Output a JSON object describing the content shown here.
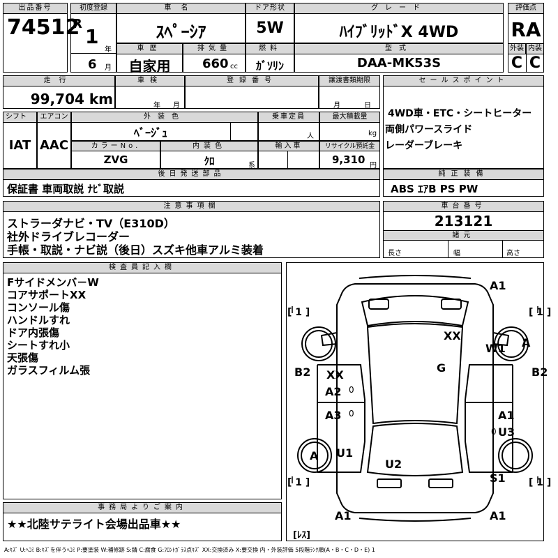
{
  "header": {
    "lot_label": "出品番号",
    "lot": "74512",
    "first_reg_label": "初度登録",
    "era": "R",
    "year": "1",
    "year_unit": "年",
    "month": "6",
    "month_unit": "月",
    "car_name_label": "車名",
    "car_name": "ｽﾍﾟｰｼｱ",
    "door_label": "ドア形状",
    "door": "5W",
    "grade_label": "グレード",
    "grade": "ﾊｲﾌﾞﾘｯﾄﾞX 4WD",
    "score_label": "評価点",
    "score": "RA",
    "history_label": "車歴",
    "history": "自家用",
    "displacement_label": "排気量",
    "displacement": "660",
    "displacement_unit": "cc",
    "fuel_label": "燃料",
    "fuel": "ｶﾞｿﾘﾝ",
    "model_label": "型式",
    "model": "DAA-MK53S",
    "exterior_label": "外装",
    "exterior": "C",
    "interior_label": "内装",
    "interior": "C"
  },
  "row2": {
    "mileage_label": "走行",
    "mileage": "99,704 km",
    "inspection_label": "車検",
    "insp_year_unit": "年",
    "insp_month_unit": "月",
    "reg_no_label": "登録番号",
    "transfer_label": "譲渡書類期限",
    "transfer_month_unit": "月",
    "transfer_day_unit": "日"
  },
  "row3": {
    "shift_label": "シフト",
    "shift": "IAT",
    "ac_label": "エアコン",
    "ac": "AAC",
    "ext_color_label": "外装色",
    "ext_color": "ﾍﾞｰｼﾞｭ",
    "capacity_label": "乗車定員",
    "capacity_unit": "人",
    "max_load_label": "最大積載量",
    "max_load_unit": "kg",
    "color_no_label": "カラーNo.",
    "color_no": "ZVG",
    "int_color_label": "内装色",
    "int_color": "ｸﾛ",
    "int_color_unit": "系",
    "import_label": "輸入車",
    "recycle_label": "リサイクル預託金",
    "recycle": "9,310",
    "recycle_unit": "円"
  },
  "sale_points": {
    "label": "セールスポイント",
    "lines": [
      "4WD車・ETC・シートヒーター",
      "両側パワースライド",
      "レーダーブレーキ"
    ]
  },
  "later_parts": {
    "label": "後日発送部品",
    "value": "保証書 車両取説 ﾅﾋﾞ取説"
  },
  "genuine": {
    "label": "純正装備",
    "value": "ABS ｴｱB PS PW"
  },
  "notes": {
    "label": "注意事項欄",
    "lines": [
      "ストラーダナビ・TV（E310D）",
      "社外ドライブレコーダー",
      "手帳・取説・ナビ説（後日）スズキ他車アルミ装着"
    ]
  },
  "chassis": {
    "label": "車台番号",
    "value": "213121",
    "dims_label": "諸元",
    "length_label": "長さ",
    "width_label": "幅",
    "height_label": "高さ"
  },
  "inspector": {
    "label": "検査員記入欄",
    "lines": [
      "Fサイドメンバ－W",
      "コアサポートXX",
      "コンソール傷",
      "ハンドルすれ",
      "ドア内張傷",
      "シートすれ小",
      "天張傷",
      "ガラスフィルム張"
    ]
  },
  "office": {
    "label": "事務局よりご案内",
    "value": "★★北陸サテライト会場出品車★★"
  },
  "diagram": {
    "marks": {
      "a1_top": "A1",
      "w1": "W1",
      "a_front_right": "A",
      "xx_roof": "XX",
      "g": "G",
      "b2_left": "B2",
      "b2_right": "B2",
      "xx_left": "XX",
      "a2": "A2",
      "a3": "A3",
      "a1_right": "A1",
      "u3": "U3",
      "u1": "U1",
      "a_rear_left": "A",
      "u2": "U2",
      "s1": "S1",
      "a1_bottom_left": "A1",
      "a1_bottom_right": "A1",
      "one_tl": "[ 1 ]",
      "one_tr": "[ 1 ]",
      "one_bl": "[ 1 ]",
      "one_br": "[ 1 ]",
      "zero_l1": "0",
      "zero_l2": "0",
      "zero_r": "0",
      "less": "[ﾚｽ]"
    }
  },
  "legend": "A:ｷｽﾞ U:ﾍｺﾐ B:ｷｽﾞを伴うﾍｺﾐ P:要塗装 W:補修跡 S:錆 C:腐食 G:ﾌﾛﾝﾄｶﾞﾗｽ点ｷｽﾞ XX:交換済み X:要交換 内・外装評価 5段階ﾗﾝｸ順(A・B・C・D・E) 1"
}
